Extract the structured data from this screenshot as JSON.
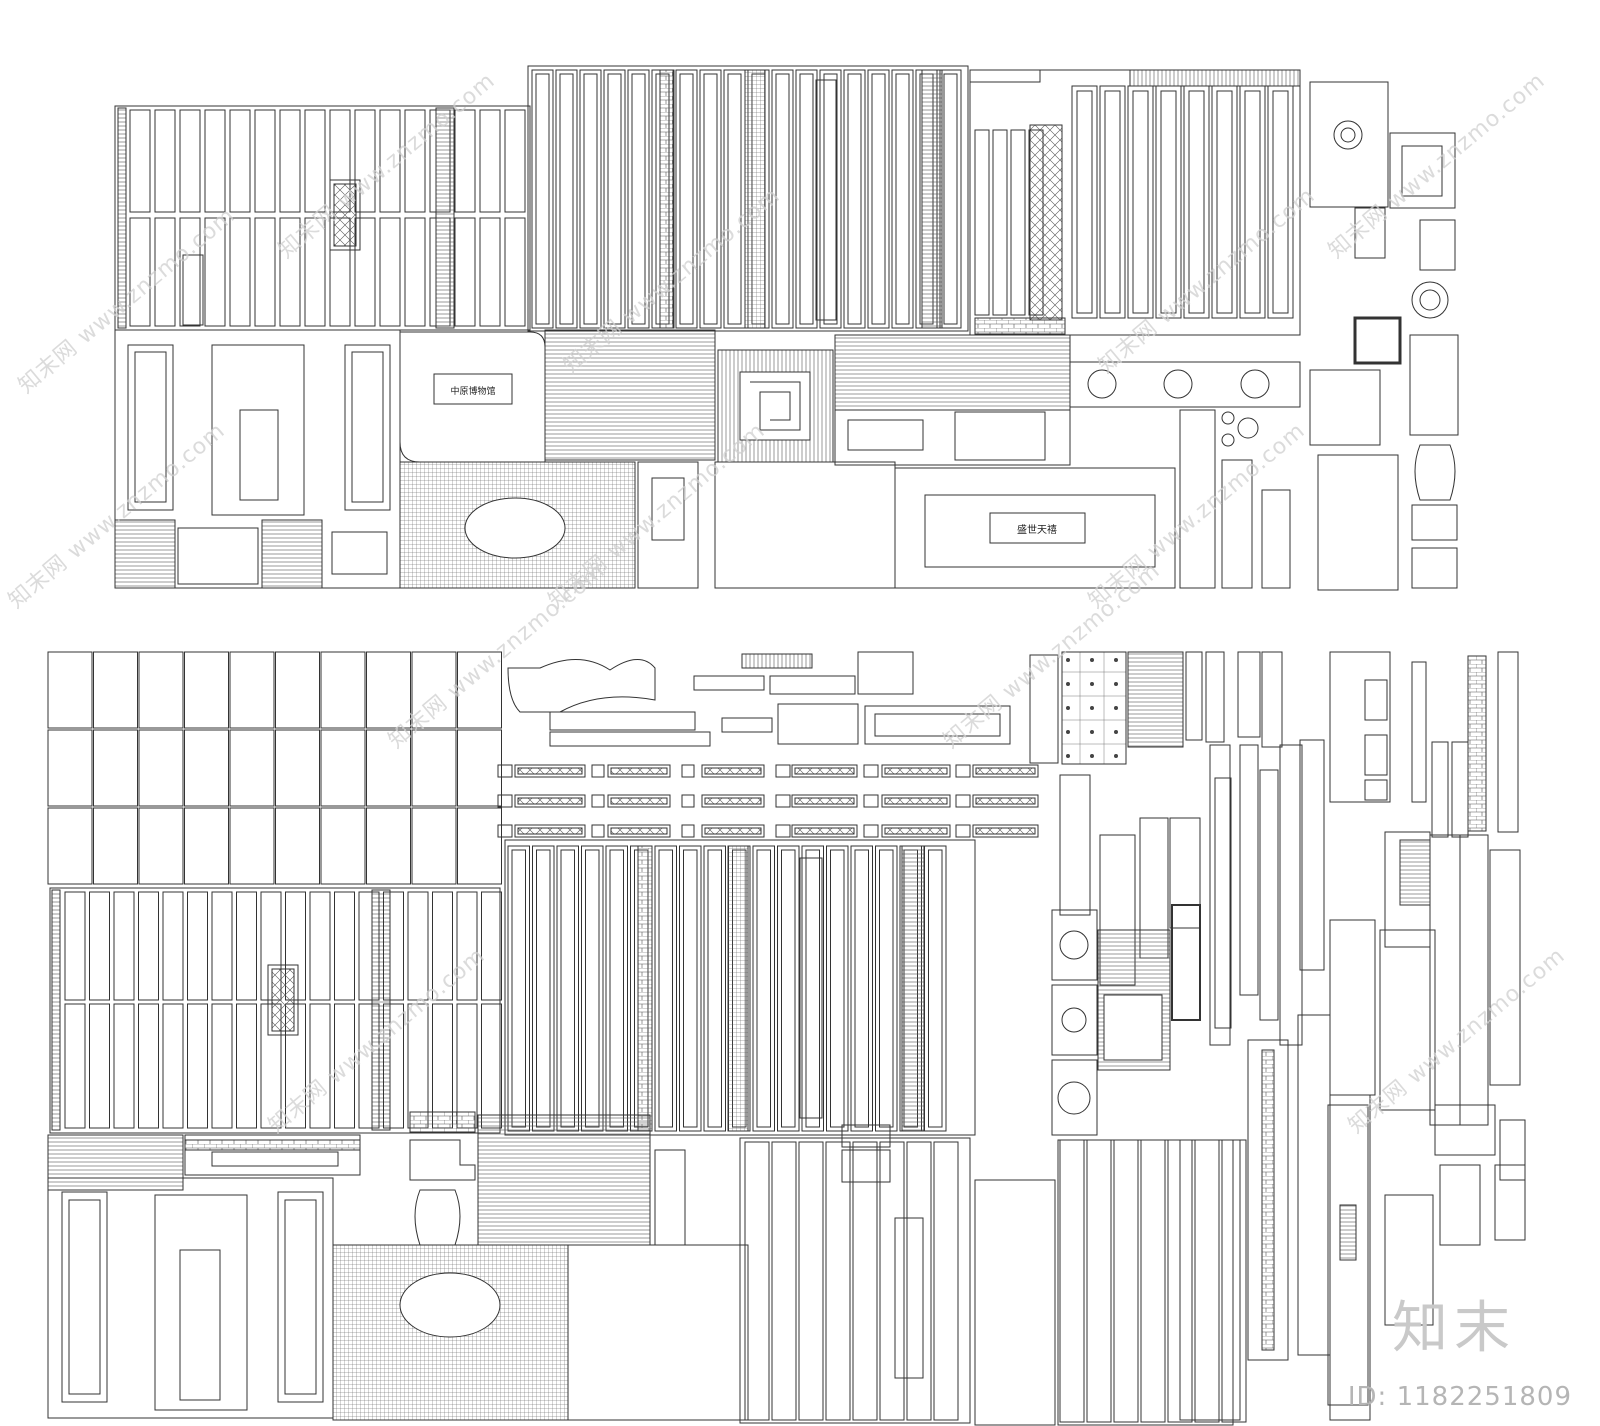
{
  "labels": {
    "plaque_upper_left": "中原博物馆",
    "plaque_upper_right": "盛世天禧"
  },
  "watermarks": [
    "知末网 www.znzmo.com",
    "知末网 www.znzmo.com",
    "知末网 www.znzmo.com",
    "知末网 www.znzmo.com",
    "知末网 www.znzmo.com",
    "知末网 www.znzmo.com",
    "知末网 www.znzmo.com",
    "知末网 www.znzmo.com",
    "知末网 www.znzmo.com",
    "知末网 www.znzmo.com",
    "知末网 www.znzmo.com",
    "知末网 www.znzmo.com"
  ],
  "brand": {
    "logo_text": "知末",
    "id_text": "ID: 1182251809"
  },
  "colors": {
    "line": "#333333",
    "hatch": "#555555",
    "watermark": "#cfcfcf"
  }
}
